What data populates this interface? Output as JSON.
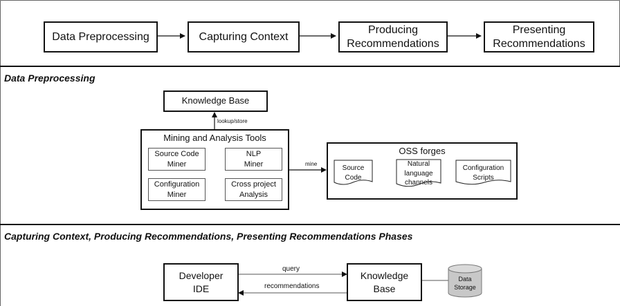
{
  "pipeline": {
    "steps": [
      "Data Preprocessing",
      "Capturing Context",
      "Producing Recommendations",
      "Presenting Recommendations"
    ]
  },
  "data_preprocessing": {
    "title": "Data Preprocessing",
    "knowledge_base": "Knowledge Base",
    "lookup_label": "lookup/store",
    "tools_title": "Mining and Analysis Tools",
    "tools": [
      "Source Code Miner",
      "NLP Miner",
      "Configuration Miner",
      "Cross project Analysis"
    ],
    "mine_label": "mine",
    "forges_title": "OSS forges",
    "forge_items": [
      "Source Code",
      "Natural language channels",
      "Configuration Scripts"
    ]
  },
  "phases": {
    "title": "Capturing Context, Producing Recommendations, Presenting Recommendations Phases",
    "developer_ide": "Developer IDE",
    "query_label": "query",
    "recommendations_label": "recommendations",
    "knowledge_base": "Knowledge Base",
    "data_storage": "Data Storage"
  }
}
